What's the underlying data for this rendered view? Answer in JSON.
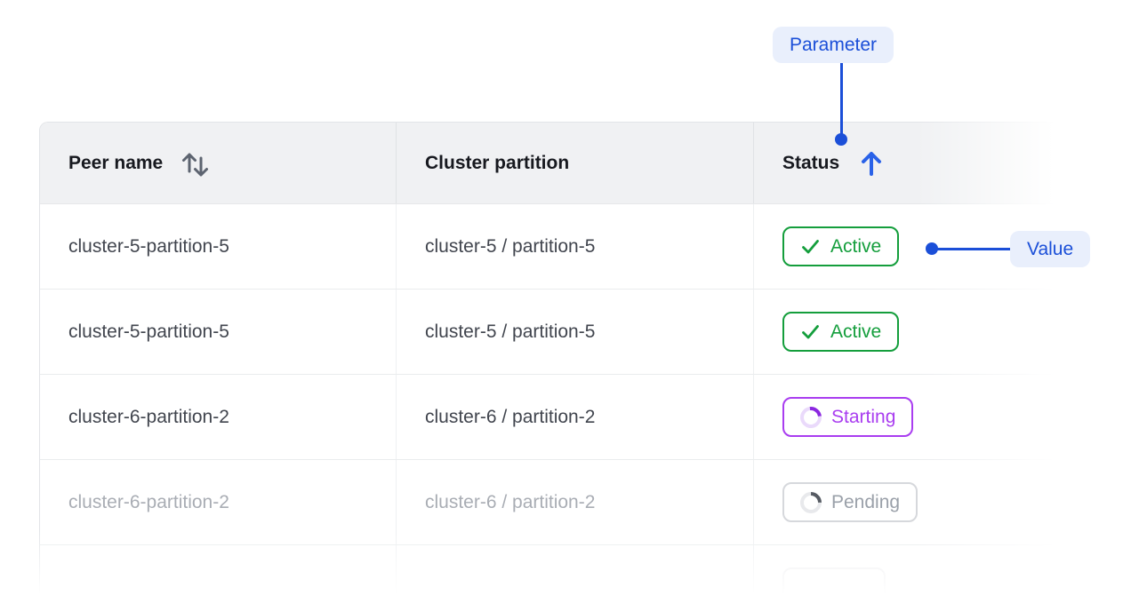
{
  "annotations": {
    "parameter_label": "Parameter",
    "value_label": "Value"
  },
  "colors": {
    "accent_blue": "#1b4fd8",
    "callout_bg": "#e9effc",
    "active_green": "#149e3c",
    "starting_purple": "#a93df0",
    "pending_gray": "#9aa0a9",
    "header_bg": "#f0f1f3"
  },
  "table": {
    "columns": [
      {
        "label": "Peer name",
        "sort": "none",
        "icon": "sort-both-icon"
      },
      {
        "label": "Cluster partition",
        "sort": "none"
      },
      {
        "label": "Status",
        "sort": "asc",
        "icon": "sort-asc-icon"
      }
    ],
    "rows": [
      {
        "peer_name": "cluster-5-partition-5",
        "cluster_partition": "cluster-5 / partition-5",
        "status": "Active",
        "muted": false
      },
      {
        "peer_name": "cluster-5-partition-5",
        "cluster_partition": "cluster-5 / partition-5",
        "status": "Active",
        "muted": false
      },
      {
        "peer_name": "cluster-6-partition-2",
        "cluster_partition": "cluster-6 / partition-2",
        "status": "Starting",
        "muted": false
      },
      {
        "peer_name": "cluster-6-partition-2",
        "cluster_partition": "cluster-6 / partition-2",
        "status": "Pending",
        "muted": true
      }
    ]
  }
}
